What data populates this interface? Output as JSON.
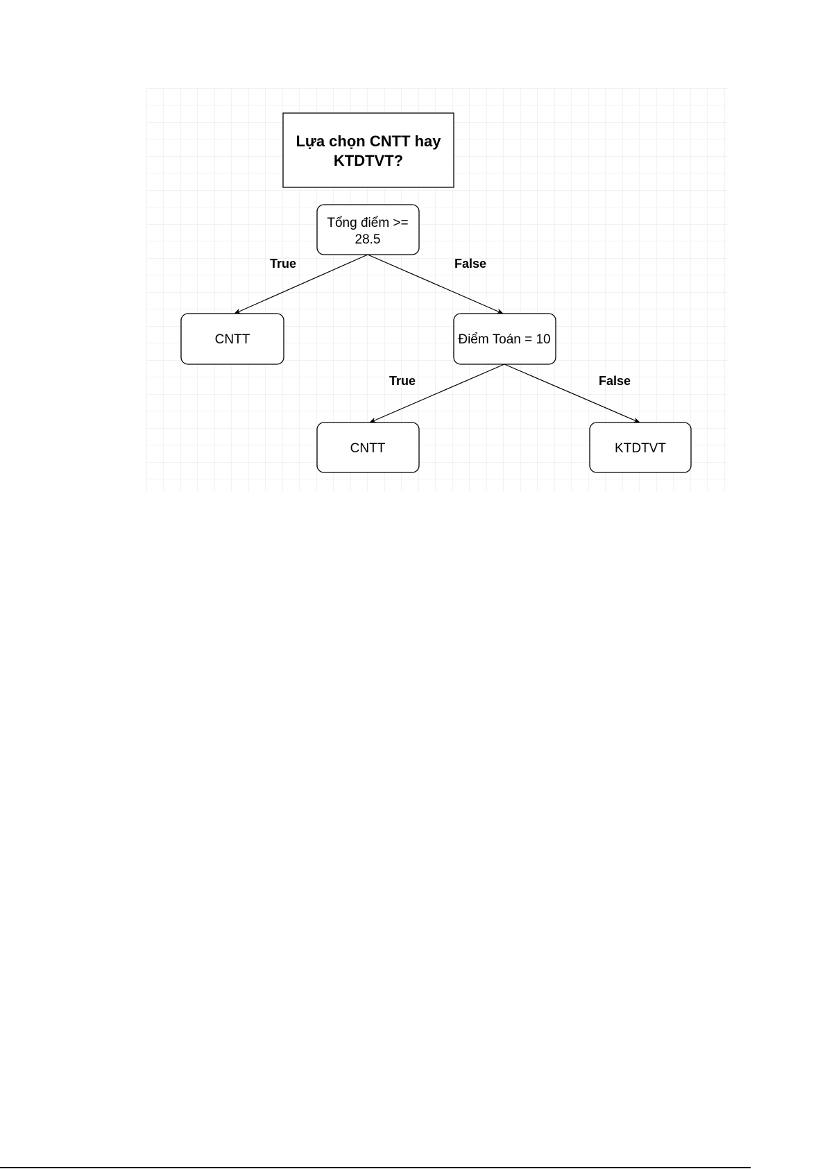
{
  "diagram": {
    "title_lines": [
      "Lựa chọn CNTT hay",
      "KTDTVT?"
    ],
    "root": {
      "lines": [
        "Tổng điểm >=",
        "28.5"
      ]
    },
    "root_true_label": "True",
    "root_false_label": "False",
    "leaf_left": {
      "label": "CNTT"
    },
    "node2": {
      "label": "Điểm Toán = 10"
    },
    "node2_true_label": "True",
    "node2_false_label": "False",
    "leaf_mid": {
      "label": "CNTT"
    },
    "leaf_right": {
      "label": "KTDTVT"
    }
  }
}
